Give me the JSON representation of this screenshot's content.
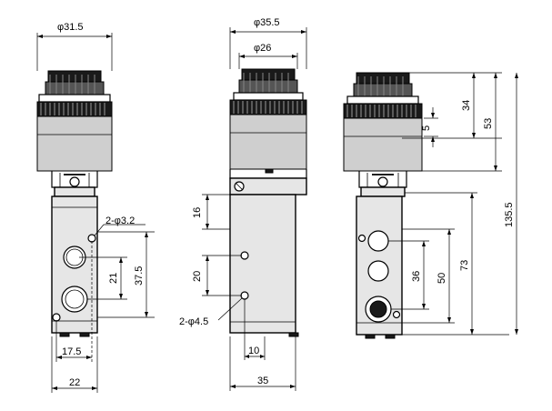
{
  "left_view": {
    "top_dia": "φ31.5",
    "holes": "2-φ3.2",
    "dim_21": "21",
    "dim_37_5": "37.5",
    "dim_17_5": "17.5",
    "dim_22": "22"
  },
  "middle_view": {
    "top_dia": "φ35.5",
    "inner_dia": "φ26",
    "dim_16": "16",
    "dim_20": "20",
    "holes": "2-φ4.5",
    "dim_10": "10",
    "dim_35": "35"
  },
  "right_view": {
    "dim_34": "34",
    "dim_53": "53",
    "dim_5": "5",
    "dim_135_5": "135.5",
    "dim_36": "36",
    "dim_50": "50",
    "dim_73": "73"
  }
}
